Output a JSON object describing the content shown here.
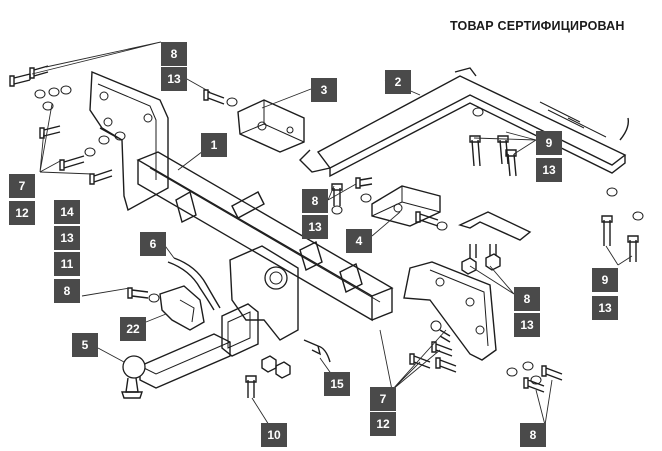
{
  "header": {
    "certified_text": "ТОВАР СЕРТИФИЦИРОВАН"
  },
  "callouts": [
    {
      "id": "c8a",
      "label": "8"
    },
    {
      "id": "c13a",
      "label": "13"
    },
    {
      "id": "c3",
      "label": "3"
    },
    {
      "id": "c2",
      "label": "2"
    },
    {
      "id": "c1",
      "label": "1"
    },
    {
      "id": "c9a",
      "label": "9"
    },
    {
      "id": "c13b",
      "label": "13"
    },
    {
      "id": "c7a",
      "label": "7"
    },
    {
      "id": "c12a",
      "label": "12"
    },
    {
      "id": "c8b",
      "label": "8"
    },
    {
      "id": "c13c",
      "label": "13"
    },
    {
      "id": "c4",
      "label": "4"
    },
    {
      "id": "c14",
      "label": "14"
    },
    {
      "id": "c13d",
      "label": "13"
    },
    {
      "id": "c11",
      "label": "11"
    },
    {
      "id": "c8c",
      "label": "8"
    },
    {
      "id": "c6",
      "label": "6"
    },
    {
      "id": "c9b",
      "label": "9"
    },
    {
      "id": "c13e",
      "label": "13"
    },
    {
      "id": "c8d",
      "label": "8"
    },
    {
      "id": "c13f",
      "label": "13"
    },
    {
      "id": "c22",
      "label": "22"
    },
    {
      "id": "c5",
      "label": "5"
    },
    {
      "id": "c15",
      "label": "15"
    },
    {
      "id": "c7b",
      "label": "7"
    },
    {
      "id": "c12b",
      "label": "12"
    },
    {
      "id": "c10",
      "label": "10"
    },
    {
      "id": "c8e",
      "label": "8"
    }
  ]
}
